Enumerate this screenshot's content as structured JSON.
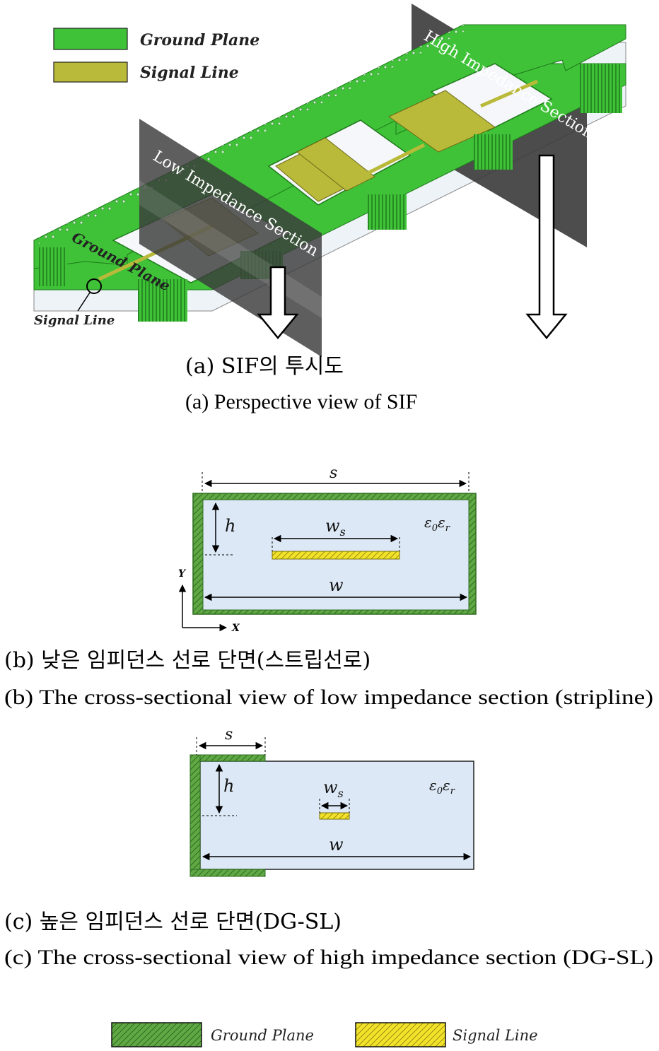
{
  "legend_top": {
    "ground_label": "Ground Plane",
    "signal_label": "Signal Line",
    "ground_color": "#3fc238",
    "signal_color": "#b9b93a"
  },
  "perspective": {
    "low_section_label": "Low Impedance Section",
    "high_section_label": "High Impedance Section",
    "ground_plane_label": "Ground Plane",
    "signal_line_label": "Signal Line"
  },
  "captions": {
    "a_ko": "(a)  SIF의 투시도",
    "a_en": "(a)  Perspective view of SIF",
    "b_ko": "(b)  낮은 임피던스 선로 단면(스트립선로)",
    "b_en": "(b)  The cross-sectional view of low impedance section (stripline)",
    "c_ko": "(c)  높은 임피던스 선로 단면(DG-SL)",
    "c_en": "(c)  The cross-sectional view of high impedance section (DG-SL)"
  },
  "section_b": {
    "s": "s",
    "h": "h",
    "ws_main": "w",
    "ws_sub": "s",
    "w": "w",
    "eps": "ε",
    "eps0_sub": "0",
    "epsr_sub": "r",
    "axis_y": "Y",
    "axis_x": "X"
  },
  "section_c": {
    "s": "s",
    "h": "h",
    "ws_main": "w",
    "ws_sub": "s",
    "w": "w",
    "eps": "ε",
    "eps0_sub": "0",
    "epsr_sub": "r"
  },
  "legend_bottom": {
    "ground_label": "Ground Plane",
    "signal_label": "Signal Line"
  },
  "colors": {
    "hatch_green": "#5fa843",
    "hatch_yellow": "#f2e22a",
    "dielectric": "#dce8f5",
    "plane_gray": "#3a3a3a"
  }
}
